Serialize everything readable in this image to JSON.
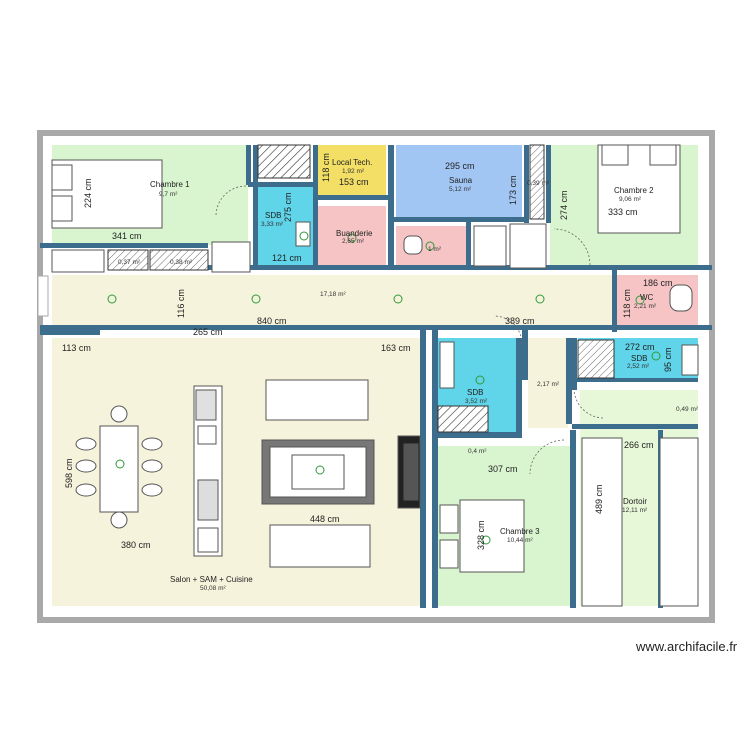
{
  "colors": {
    "wall": "#3d6d8c",
    "outer_wall": "#a9a9a9",
    "green_room": "#d9f5cf",
    "beige_room": "#f6f3dc",
    "cyan_room": "#60d4e8",
    "yellow_room": "#f3df66",
    "pink_room": "#f6c4c4",
    "blue_room": "#a2c6f3",
    "light_green": "#e7f8d8"
  },
  "rooms": {
    "chambre1": {
      "name": "Chambre 1",
      "area": "9,7 m²"
    },
    "sdb_top": {
      "name": "SDB",
      "area": "3,33 m²"
    },
    "local_tech": {
      "name": "Local Tech.",
      "area": "1,92 m²"
    },
    "buanderie": {
      "name": "Buanderie",
      "area": "2,65 m²"
    },
    "sauna": {
      "name": "Sauna",
      "area": "5,12 m²"
    },
    "small_039": {
      "area": "0,39 m²"
    },
    "wc_small": {
      "area": "1 m²"
    },
    "chambre2": {
      "name": "Chambre 2",
      "area": "9,06 m²"
    },
    "closet1": {
      "area": "0,37 m²"
    },
    "closet2": {
      "area": "0,38 m²"
    },
    "couloir": {
      "area": "17,18 m²"
    },
    "wc": {
      "name": "WC",
      "area": "2,21 m²"
    },
    "salon": {
      "name": "Salon + SAM + Cuisine",
      "area": "50,08 m²"
    },
    "sdb_mid": {
      "name": "SDB",
      "area": "3,52 m²"
    },
    "couloir2": {
      "area": "2,17 m²"
    },
    "small_04": {
      "area": "0,4 m²"
    },
    "sdb_right": {
      "name": "SDB",
      "area": "2,52 m²"
    },
    "small_049": {
      "area": "0,49 m²"
    },
    "chambre3": {
      "name": "Chambre 3",
      "area": "10,44 m²"
    },
    "dortoir": {
      "name": "Dortoir",
      "area": "12,11 m²"
    }
  },
  "dimensions": {
    "d224": "224 cm",
    "d341": "341 cm",
    "d275": "275 cm",
    "d121": "121 cm",
    "d118a": "118 cm",
    "d153": "153 cm",
    "d295": "295 cm",
    "d173": "173 cm",
    "d274": "274 cm",
    "d333": "333 cm",
    "d186": "186 cm",
    "d118b": "118 cm",
    "d116": "116 cm",
    "d840": "840 cm",
    "d389": "389 cm",
    "d265": "265 cm",
    "d113": "113 cm",
    "d163": "163 cm",
    "d272": "272 cm",
    "d95": "95 cm",
    "d598": "598 cm",
    "d380": "380 cm",
    "d448": "448 cm",
    "d307": "307 cm",
    "d266": "266 cm",
    "d489": "489 cm",
    "d328": "328 cm"
  },
  "watermark": "www.archifacile.fr"
}
